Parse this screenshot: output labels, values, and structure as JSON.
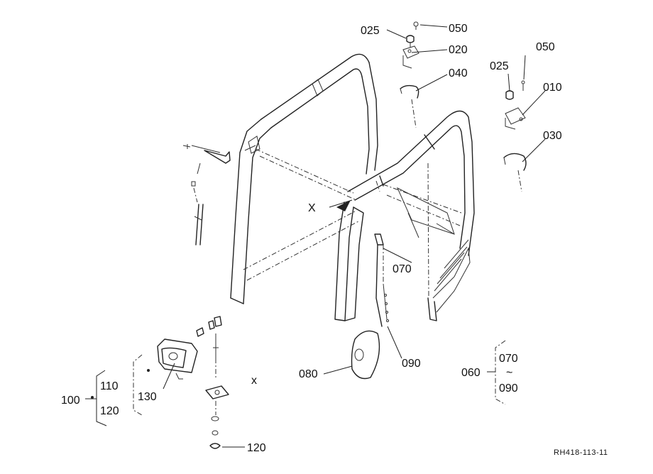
{
  "labels": {
    "c025_top": "025",
    "c050_top": "050",
    "c020": "020",
    "c040": "040",
    "c025_right": "025",
    "c050_right": "050",
    "c010": "010",
    "c030": "030",
    "c070": "070",
    "c090": "090",
    "c080": "080",
    "c130": "130",
    "c100": "100",
    "c110": "110",
    "c120_group": "120",
    "c120_bottom": "120",
    "c060": "060",
    "c060_from": "070",
    "c060_to": "090",
    "x_marker": "X",
    "x_small": "x",
    "tilde": "~",
    "drawing_id": "RH418-113-11"
  }
}
